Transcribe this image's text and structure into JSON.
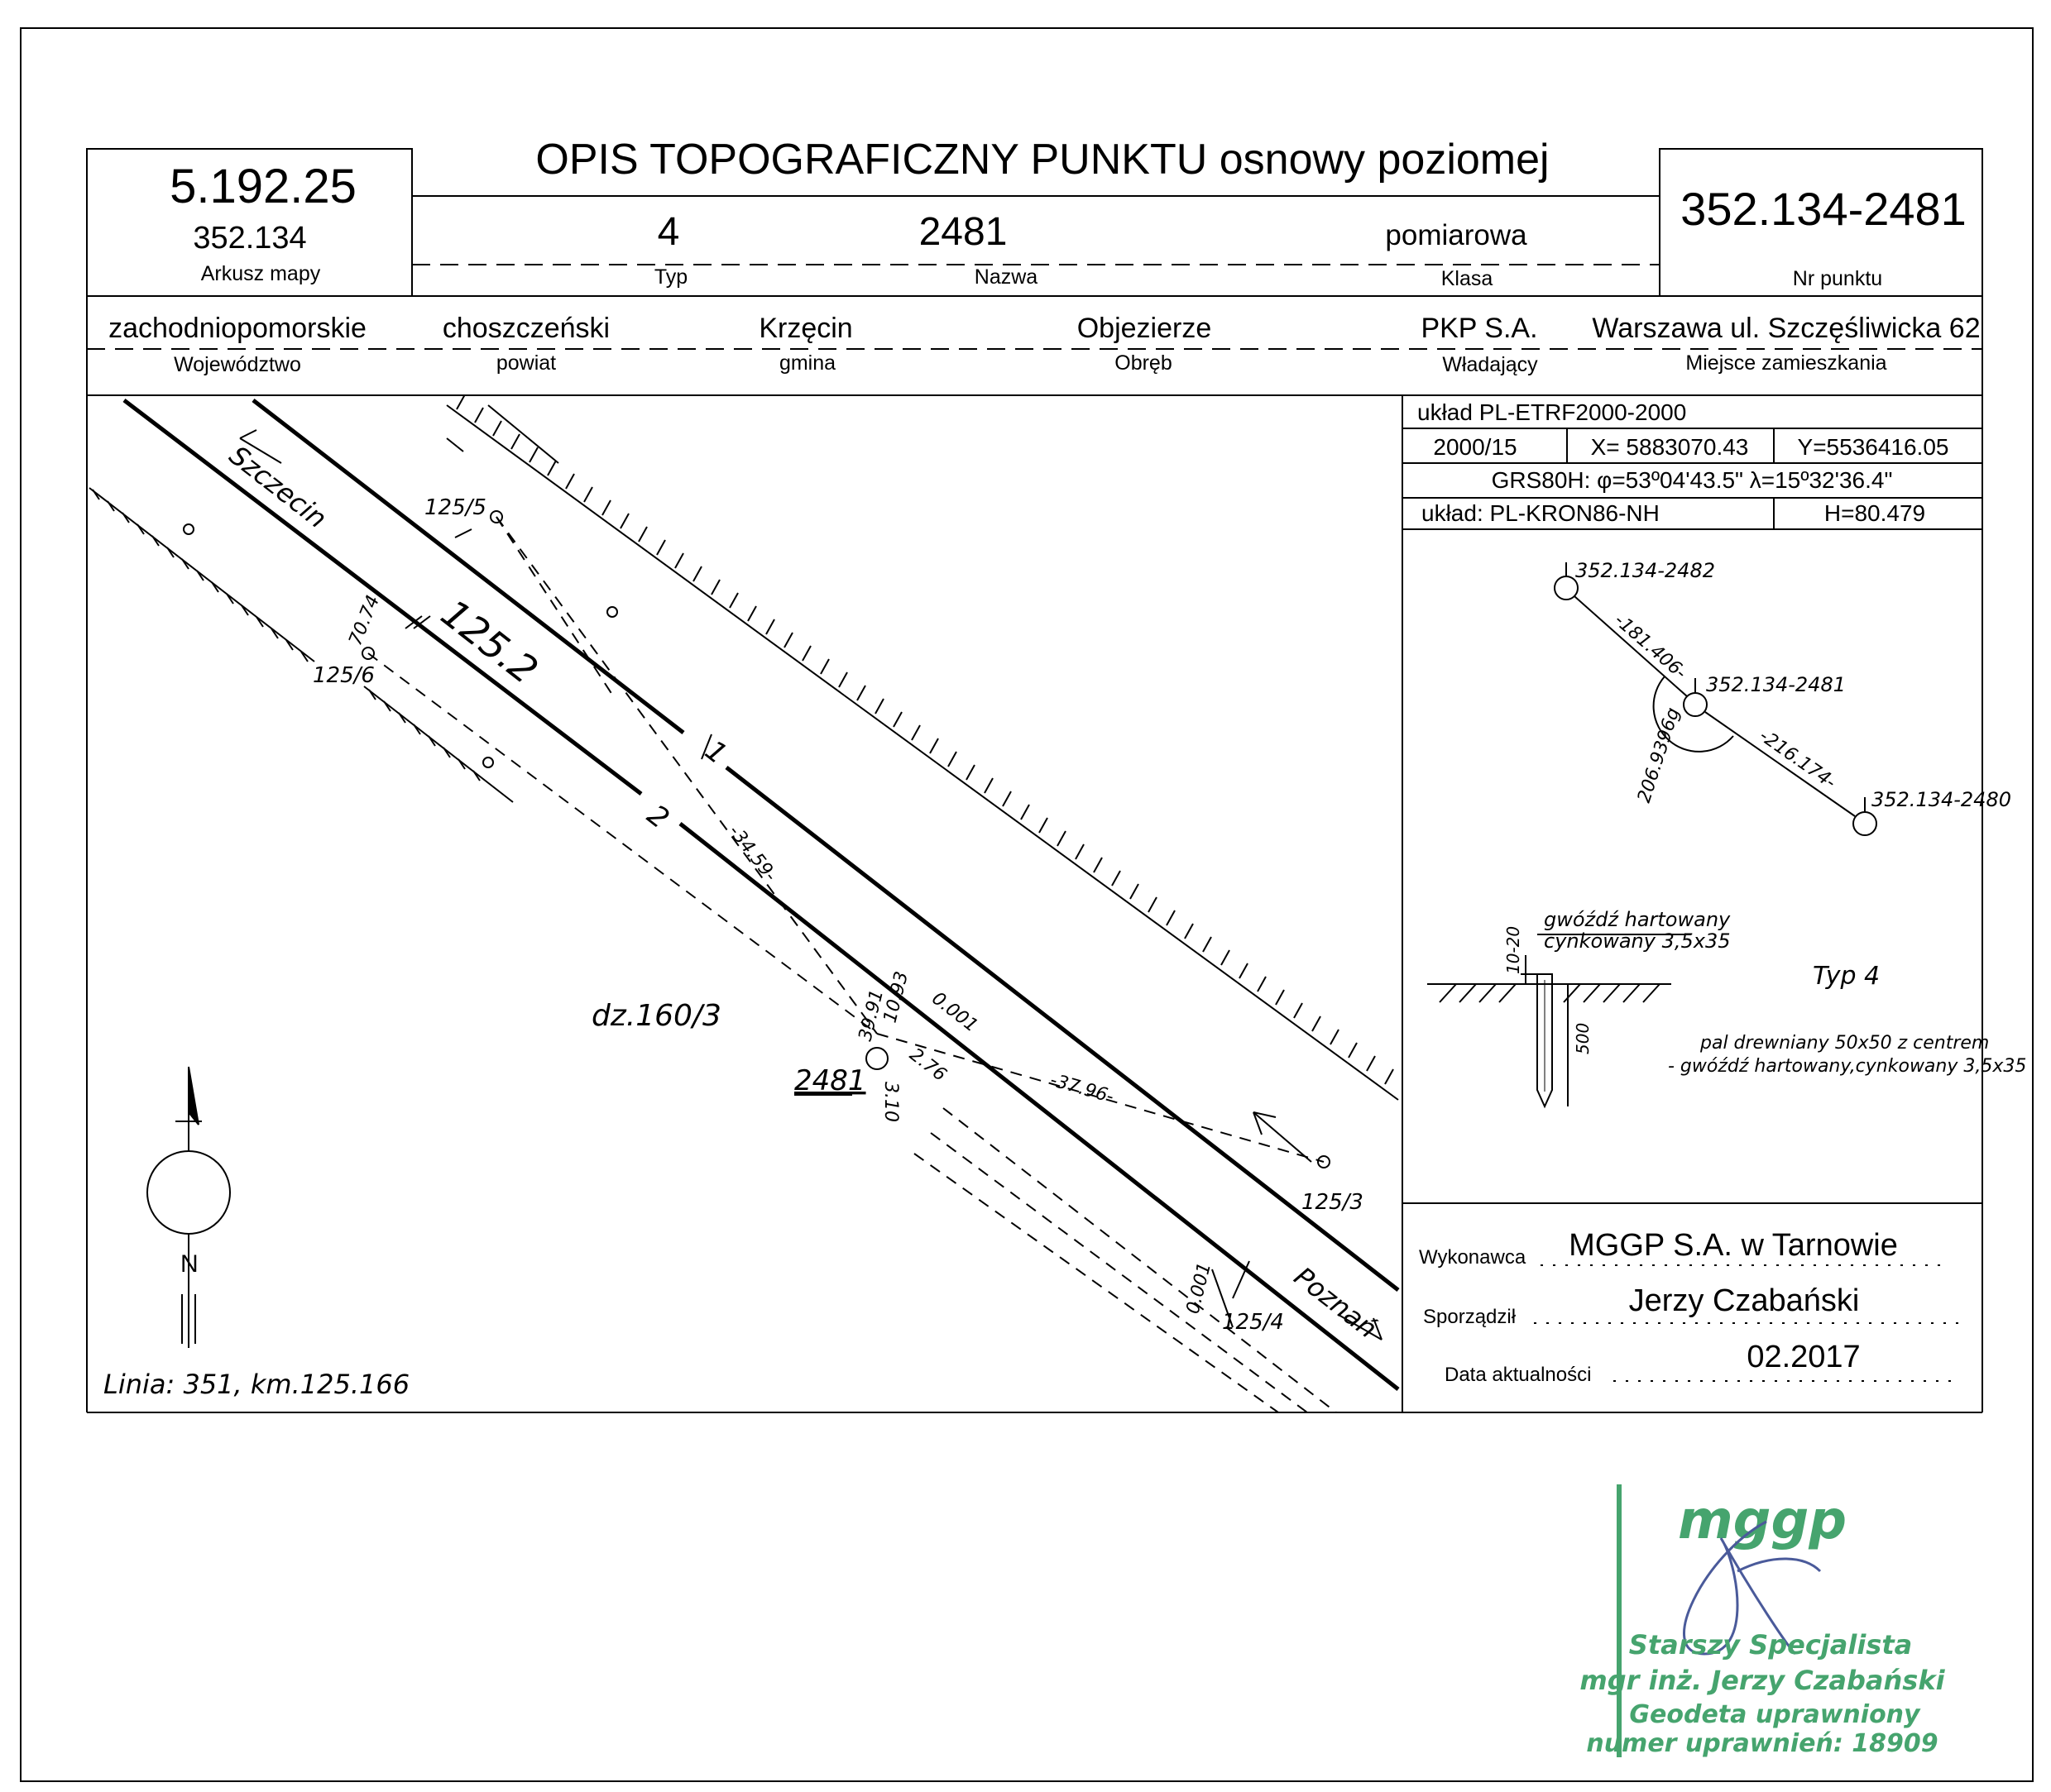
{
  "header": {
    "title": "OPIS TOPOGRAFICZNY PUNKTU osnowy poziomej",
    "sheet_code": "5.192.25",
    "sheet_sub": "352.134",
    "sheet_label": "Arkusz mapy",
    "type_value": "4",
    "type_label": "Typ",
    "name_value": "2481",
    "name_label": "Nazwa",
    "class_value": "pomiarowa",
    "class_label": "Klasa",
    "point_number": "352.134-2481",
    "point_label": "Nr punktu"
  },
  "admin": {
    "voivodeship": "zachodniopomorskie",
    "voivodeship_label": "Województwo",
    "county": "choszczeński",
    "county_label": "powiat",
    "commune": "Krzęcin",
    "commune_label": "gmina",
    "precinct": "Objezierze",
    "precinct_label": "Obręb",
    "owner": "PKP S.A.",
    "owner_label": "Władający",
    "residence": "Warszawa ul. Szczęśliwicka 62",
    "residence_label": "Miejsce zamieszkania"
  },
  "coords": {
    "system": "układ PL-ETRF2000-2000",
    "zone": "2000/15",
    "x": "X= 5883070.43",
    "y": "Y=5536416.05",
    "grs": "GRS80H: φ=53º04'43.5\" λ=15º32'36.4\"",
    "height_system": "układ: PL-KRON86-NH",
    "h": "H=80.479"
  },
  "sketch": {
    "p_2482": "352.134-2482",
    "p_2481": "352.134-2481",
    "p_2480": "352.134-2480",
    "d1": "-181.406-",
    "d2": "-216.174-",
    "angle": "206.9396g"
  },
  "marker": {
    "nail": "gwóźdź hartowany",
    "nail2": "cynkowany 3,5x35",
    "depth": "10-20",
    "length": "500",
    "type": "Typ 4",
    "desc1": "pal drewniany 50x50 z centrem",
    "desc2": "- gwóźdź hartowany,cynkowany 3,5x35"
  },
  "footer": {
    "contractor_label": "Wykonawca",
    "contractor": "MGGP S.A.  w Tarnowie",
    "author_label": "Sporządził",
    "author": "Jerzy Czabański",
    "date_label": "Data aktualności",
    "date": "02.2017"
  },
  "map": {
    "szczecin": "Szczecin",
    "poznan": "Poznań",
    "km": "125.2",
    "track1": "1",
    "track2": "2",
    "h125_5": "125/5",
    "h125_6": "125/6",
    "h125_3": "125/3",
    "h125_4": "125/4",
    "m7074": "70.74",
    "m3459": "-34.59-",
    "m3796": "-37.96-",
    "m1093": "10.93",
    "m0001a": "0.001",
    "m0001b": "0.001",
    "m276": "2.76",
    "m310": "3.10",
    "m3991": "39.91",
    "parcel": "dz.160/3",
    "point": "2481",
    "north": "N",
    "line": "Linia: 351, km.125.166"
  },
  "stamp": {
    "logo": "mggp",
    "role": "Starszy Specjalista",
    "name": "mgr inż. Jerzy Czabański",
    "title": "Geodeta uprawniony",
    "license": "numer uprawnień: 18909"
  }
}
